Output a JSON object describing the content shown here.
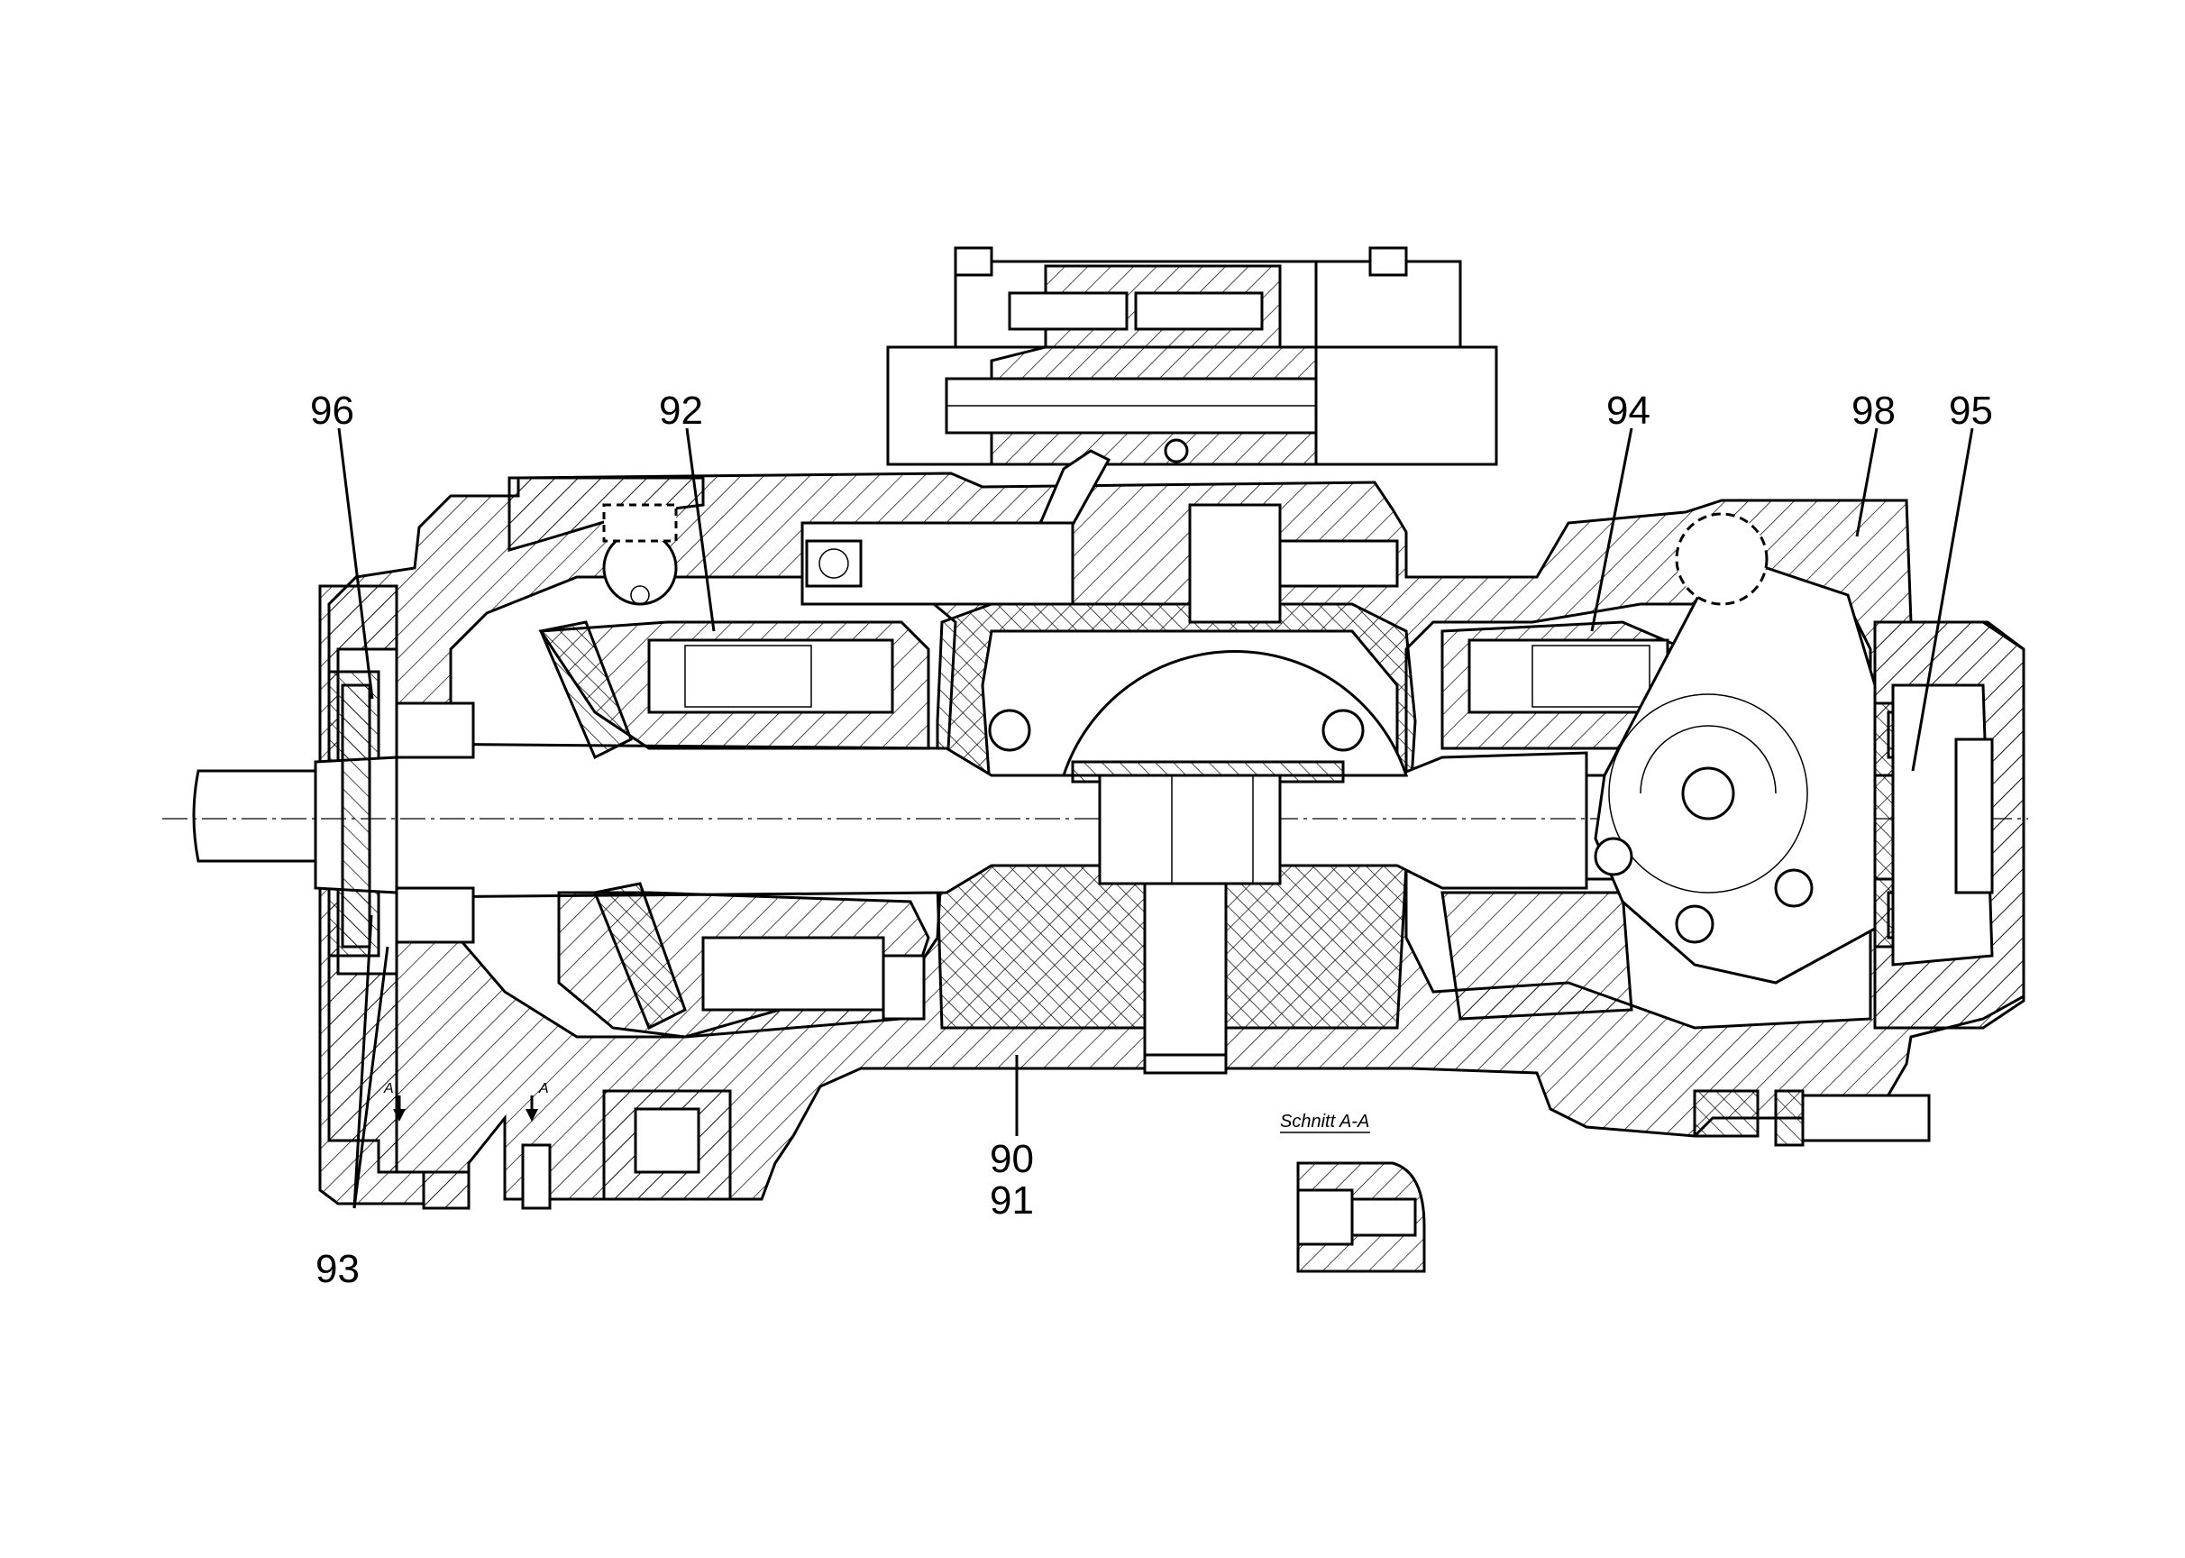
{
  "callouts": [
    {
      "id": "96",
      "label": "96"
    },
    {
      "id": "92",
      "label": "92"
    },
    {
      "id": "94",
      "label": "94"
    },
    {
      "id": "98",
      "label": "98"
    },
    {
      "id": "95",
      "label": "95"
    },
    {
      "id": "93",
      "label": "93"
    },
    {
      "id": "90",
      "label": "90"
    },
    {
      "id": "91",
      "label": "91"
    }
  ],
  "section_caption": "Schnitt A-A",
  "section_marks": [
    "A",
    "A"
  ]
}
